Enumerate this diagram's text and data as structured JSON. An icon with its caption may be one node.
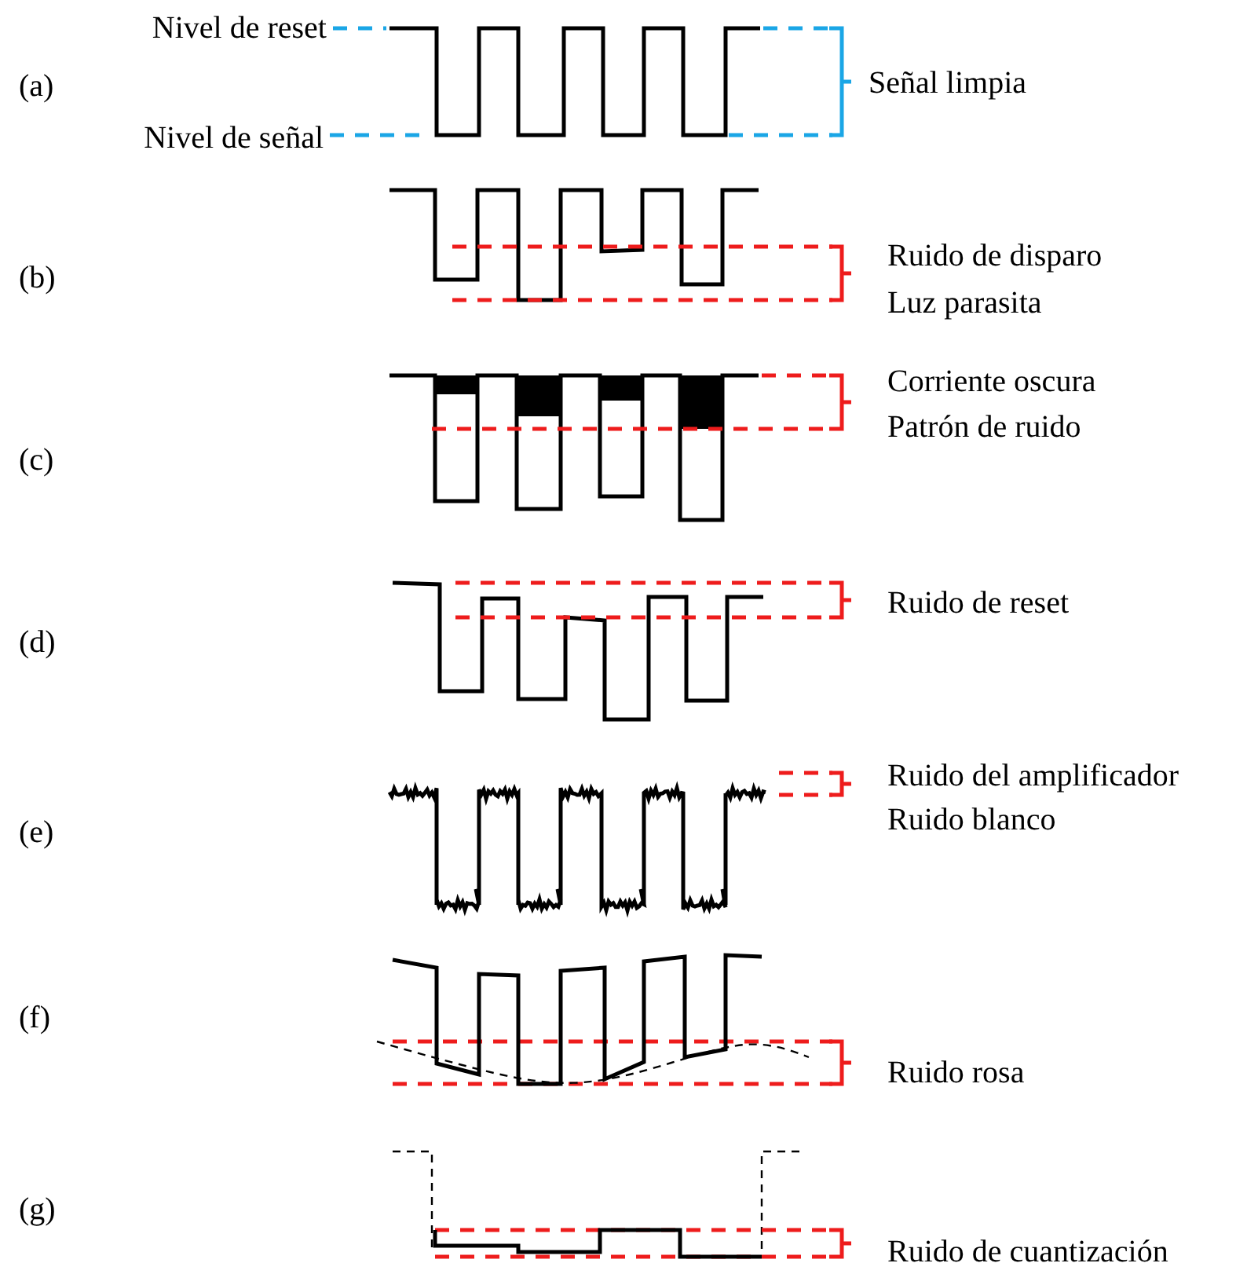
{
  "diagram": {
    "labels": [
      "Nivel de reset",
      "(a)",
      "Señal limpia",
      "Nivel de señal",
      "Ruido de disparo",
      "(b)",
      "Luz parasita",
      "Corriente oscura",
      "Patrón de ruido",
      "(c)",
      "Ruido de reset",
      "(d)",
      "Ruido del amplificador",
      "Ruido blanco",
      "(e)",
      "(f)",
      "Ruido rosa",
      "(g)",
      "Ruido de cuantización"
    ]
  }
}
